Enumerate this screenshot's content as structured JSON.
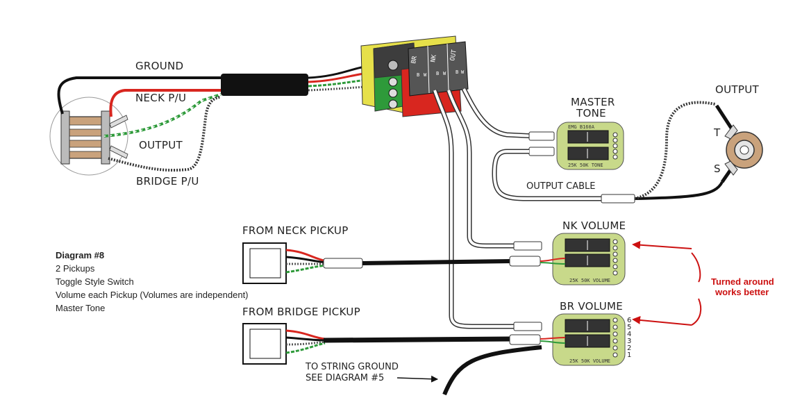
{
  "labels": {
    "ground": "GROUND",
    "neck_pu": "NECK P/U",
    "output_wire": "OUTPUT",
    "bridge_pu": "BRIDGE P/U",
    "master_tone_line1": "MASTER",
    "master_tone_line2": "TONE",
    "output_jack": "OUTPUT",
    "tip": "T",
    "sleeve": "S",
    "output_cable": "OUTPUT CABLE",
    "from_neck": "FROM NECK PICKUP",
    "from_bridge": "FROM BRIDGE PICKUP",
    "nk_volume": "NK VOLUME",
    "br_volume": "BR VOLUME",
    "string_ground_line1": "TO STRING GROUND",
    "string_ground_line2": "SEE DIAGRAM #5"
  },
  "switch_labels": [
    "BR",
    "NK",
    "OUT"
  ],
  "switch_letters": [
    "B",
    "W",
    "B",
    "W",
    "B",
    "W"
  ],
  "tone_board": {
    "top_text": "EMG  B160A",
    "bottom_text": "25K 50K  TONE"
  },
  "vol_board_text": "25K 50K VOLUME",
  "pin_numbers": [
    "6",
    "5",
    "4",
    "3",
    "2",
    "1"
  ],
  "annotation": {
    "line1": "Turned around",
    "line2": "works better"
  },
  "legend": {
    "title": "Diagram #8",
    "lines": [
      "2 Pickups",
      "Toggle Style Switch",
      "Volume each Pickup (Volumes are independent)",
      "Master Tone"
    ]
  },
  "colors": {
    "wire_red": "#d8261f",
    "wire_green": "#2e9a3a",
    "wire_black": "#111111",
    "board_green": "#c8d98a",
    "annotation_red": "#cc1111"
  }
}
